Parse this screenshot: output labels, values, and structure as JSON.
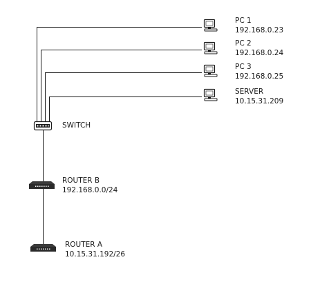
{
  "devices": {
    "pc1": {
      "name": "PC 1",
      "ip": "192.168.0.23"
    },
    "pc2": {
      "name": "PC 2",
      "ip": "192.168.0.24"
    },
    "pc3": {
      "name": "PC 3",
      "ip": "192.168.0.25"
    },
    "server": {
      "name": "SERVER",
      "ip": "10.15.31.209"
    },
    "switch": {
      "name": "SWITCH"
    },
    "router_b": {
      "name": "ROUTER B",
      "subnet": "192.168.0.0/24"
    },
    "router_a": {
      "name": "ROUTER A",
      "subnet": "10.15.31.192/26"
    }
  },
  "icons": {
    "computer": "computer-icon",
    "switch": "network-switch-icon",
    "router": "router-icon"
  },
  "colors": {
    "line": "#1a1a1a",
    "text": "#1a1a1a"
  }
}
